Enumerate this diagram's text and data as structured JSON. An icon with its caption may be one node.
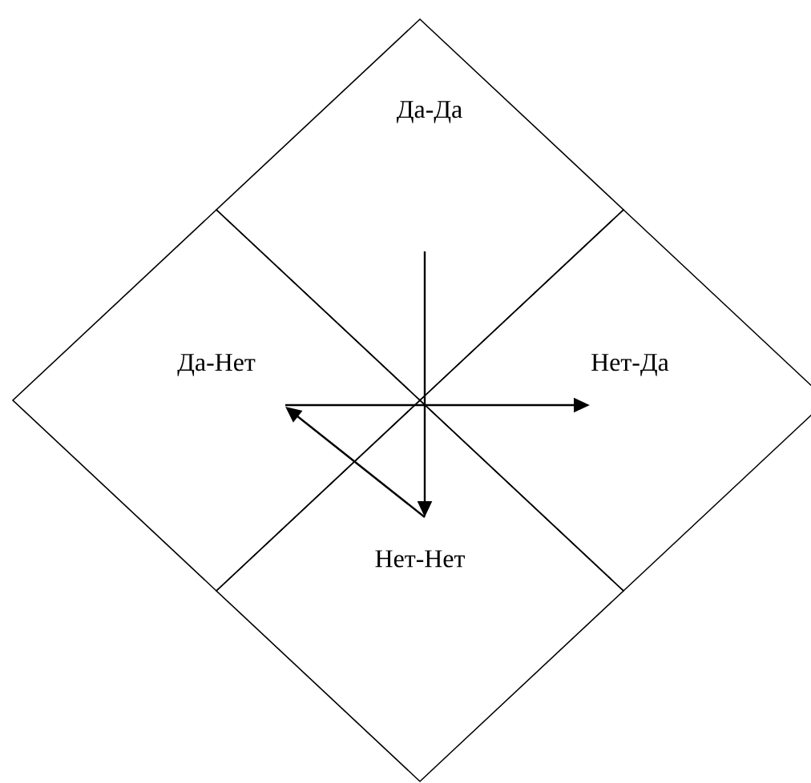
{
  "diagram": {
    "nodes": [
      {
        "text": [
          "Да-Да"
        ]
      },
      {
        "text": [
          "Да-Нет"
        ]
      },
      {
        "text": [
          "Нет-Да"
        ]
      },
      {
        "text": [
          "Нет-Нет"
        ]
      }
    ],
    "edges": [
      {
        "from": 1,
        "to": 2,
        "arrow": "to"
      },
      {
        "from": 0,
        "to": 3,
        "arrow": "to"
      },
      {
        "from": 3,
        "to": 1,
        "arrow": "to"
      }
    ]
  }
}
